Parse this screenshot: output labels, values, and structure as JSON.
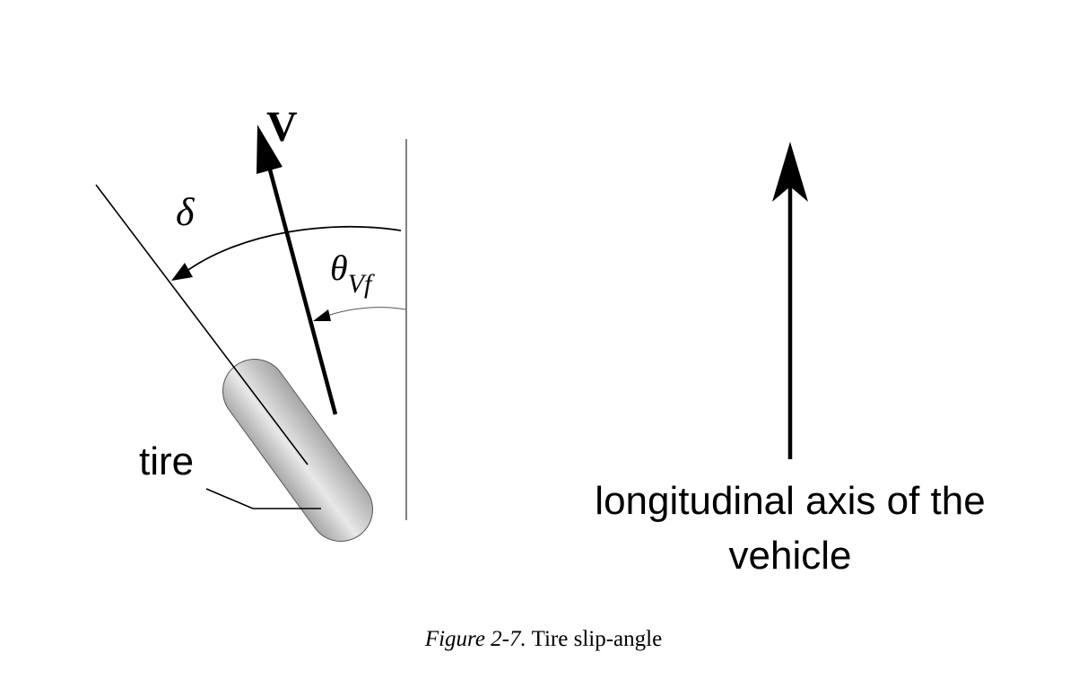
{
  "diagram": {
    "labels": {
      "velocity": "V",
      "steer_angle": "δ",
      "slip_angle_symbol": "θ",
      "slip_angle_subscript": "Vf",
      "tire": "tire",
      "axis_line1": "longitudinal axis of the",
      "axis_line2": "vehicle"
    },
    "caption": {
      "figure_ref": "Figure 2-7.",
      "title": "Tire slip-angle"
    },
    "colors": {
      "ink": "#000000",
      "tire_light": "#e6e6e6",
      "tire_dark": "#9a9a9a",
      "thin_arc": "#555555"
    }
  }
}
